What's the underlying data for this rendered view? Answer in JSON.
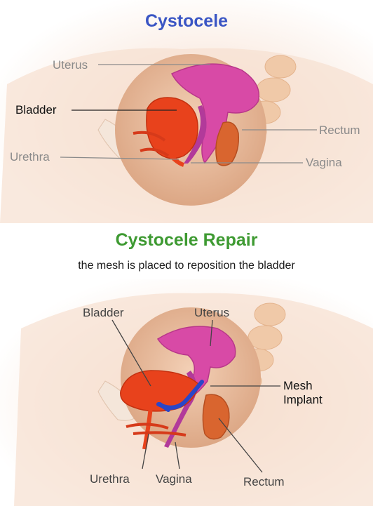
{
  "colors": {
    "title_blue": "#3a55c4",
    "title_green": "#3e9a32",
    "bladder": "#e8421c",
    "uterus": "#d84aa6",
    "mesh": "#2a46c8",
    "tissue": "#f3d2bd"
  },
  "top": {
    "title": "Cystocele",
    "labels": {
      "uterus": "Uterus",
      "bladder": "Bladder",
      "rectum": "Rectum",
      "urethra": "Urethra",
      "vagina": "Vagina"
    }
  },
  "bottom": {
    "title": "Cystocele Repair",
    "subtitle": "the mesh is placed to reposition the bladder",
    "labels": {
      "bladder": "Bladder",
      "uterus": "Uterus",
      "mesh_line1": "Mesh",
      "mesh_line2": "Implant",
      "urethra": "Urethra",
      "vagina": "Vagina",
      "rectum": "Rectum"
    }
  }
}
